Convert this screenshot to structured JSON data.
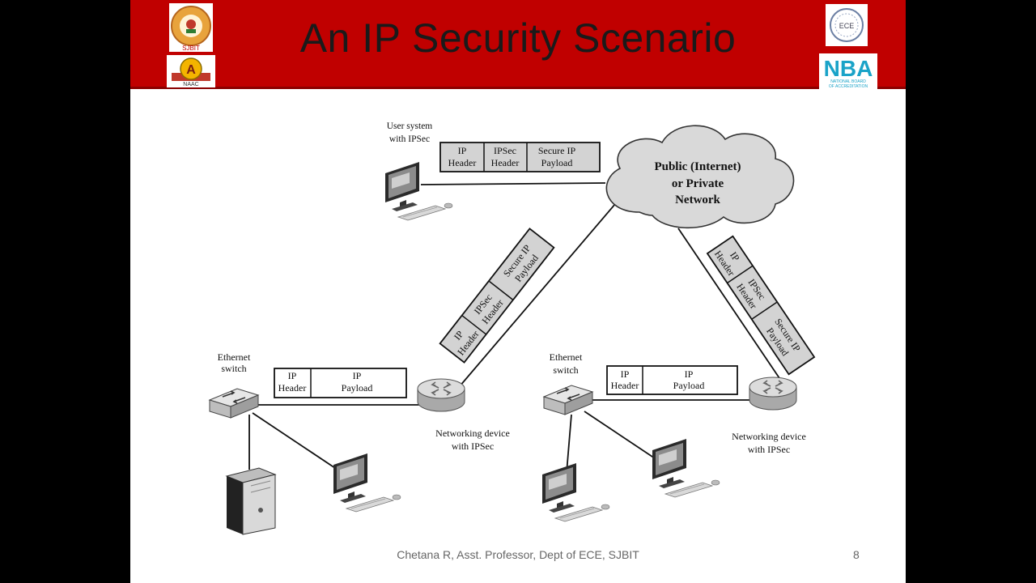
{
  "slide": {
    "title": "An IP Security Scenario",
    "footer": "Chetana R, Asst. Professor, Dept of ECE, SJBIT",
    "page_number": "8"
  },
  "logos": {
    "sjbit_label": "SJBIT",
    "naac_letter": "A",
    "naac_label": "NAAC",
    "ece_label": "ECE",
    "nba_label": "NBA",
    "nba_sub1": "NATIONAL BOARD",
    "nba_sub2": "OF ACCREDITATION"
  },
  "colors": {
    "header": "#c00000",
    "packet_fill": "#d3d3d3",
    "cloud_fill": "#d9d9d9"
  },
  "diagram": {
    "cloud_label": [
      "Public (Internet)",
      "or Private",
      "Network"
    ],
    "user_system_label": [
      "User system",
      "with IPSec"
    ],
    "ethernet_switch_label": [
      "Ethernet",
      "switch"
    ],
    "networking_device_label": [
      "Networking device",
      "with IPSec"
    ],
    "secure_packet": [
      [
        "IP",
        "Header"
      ],
      [
        "IPSec",
        "Header"
      ],
      [
        "Secure IP",
        "Payload"
      ]
    ],
    "plain_packet": [
      [
        "IP",
        "Header"
      ],
      [
        "IP",
        "Payload"
      ]
    ]
  }
}
